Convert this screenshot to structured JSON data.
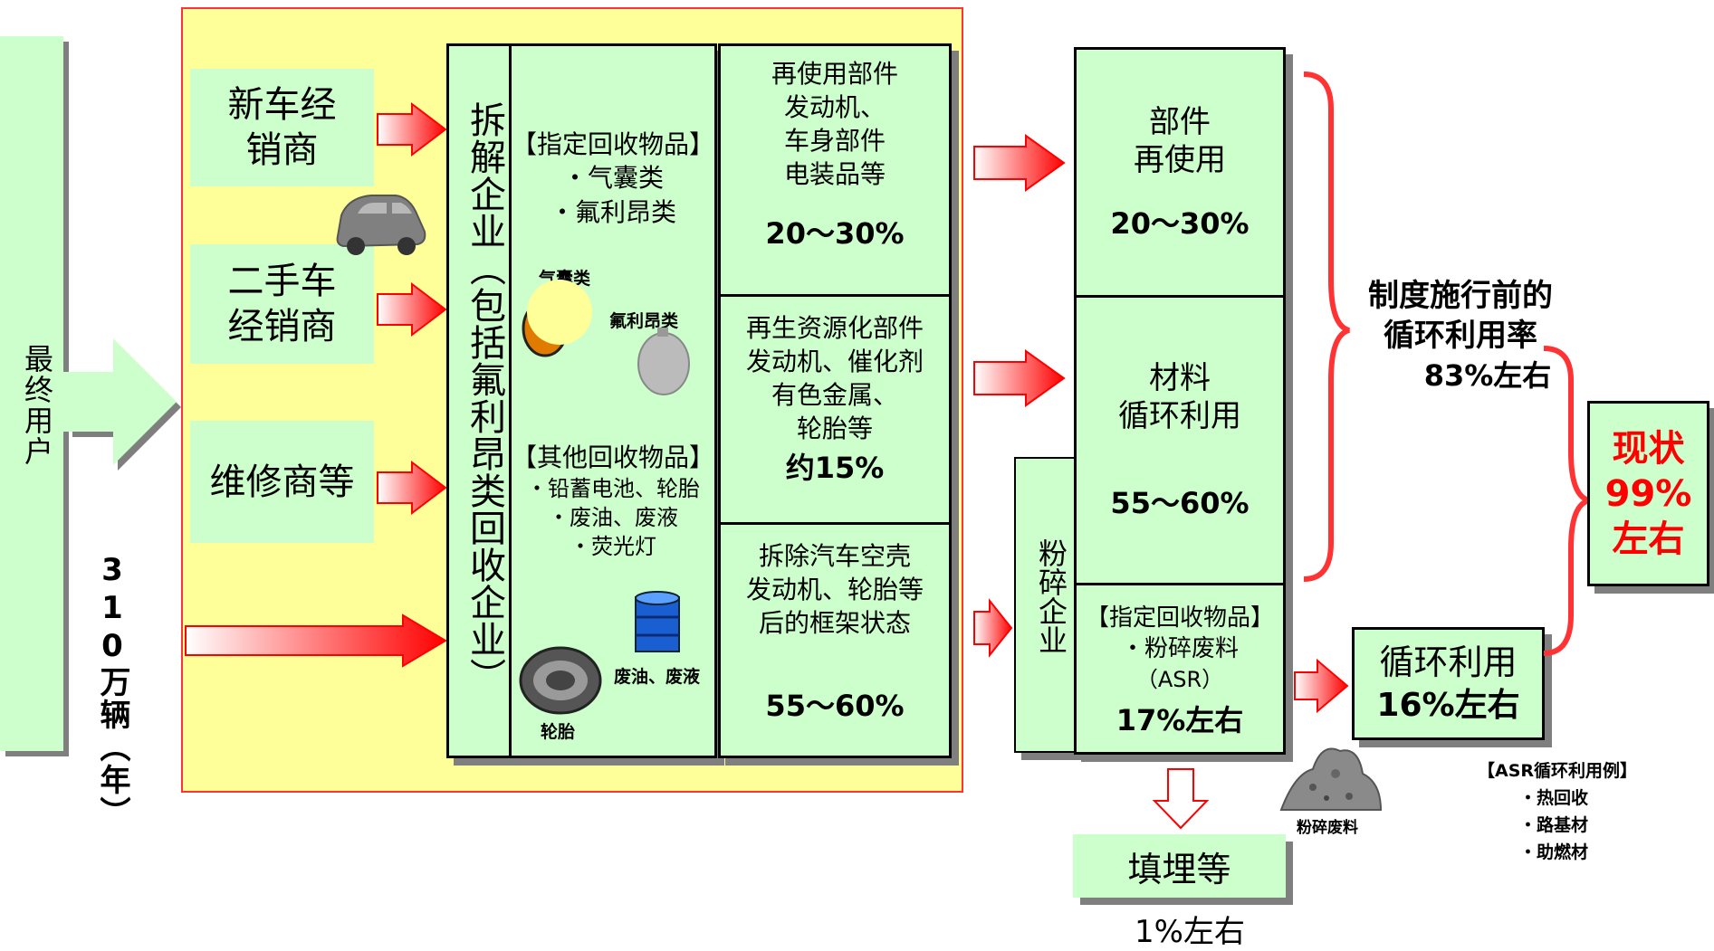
{
  "end_user": "最终用户",
  "vehicles_per_year": "310万辆（年）",
  "sources": [
    "新车经销商",
    "二手车经销商",
    "维修商等"
  ],
  "dismantler": "拆解企业（包括氟利昂类回收企业）",
  "designated": {
    "header": "【指定回收物品】",
    "items": [
      "・气囊类",
      "・氟利昂类"
    ],
    "img_airbag": "气囊类",
    "img_freon": "氟利昂类"
  },
  "other": {
    "header": "【其他回收物品】",
    "items": [
      "・铅蓄电池、轮胎",
      "・废油、废液",
      "・荧光灯"
    ],
    "img_oil": "废油、废液",
    "img_tire": "轮胎"
  },
  "col3": {
    "reuse_lines": [
      "再使用部件",
      "发动机、",
      "车身部件",
      "电装品等"
    ],
    "reuse_pct": "20～30%",
    "recycle_lines": [
      "再生资源化部件",
      "发动机、催化剂",
      "有色金属、",
      "轮胎等"
    ],
    "recycle_pct": "约15%",
    "shell_lines": [
      "拆除汽车空壳",
      "发动机、轮胎等",
      "后的框架状态"
    ],
    "shell_pct": "55～60%"
  },
  "right": {
    "parts_reuse_lines": [
      "部件",
      "再使用"
    ],
    "parts_reuse_pct": "20～30%",
    "material_lines": [
      "材料",
      "循环利用"
    ],
    "material_pct": "55～60%",
    "asr_header": "【指定回收物品】",
    "asr_item": "・粉碎废料",
    "asr_code": "（ASR）",
    "asr_pct": "17%左右"
  },
  "shredder": "粉碎企业",
  "landfill": "填埋等",
  "landfill_pct": "1%左右",
  "shred_waste_label": "粉碎废料",
  "recycle_box": [
    "循环利用",
    "16%左右"
  ],
  "asr_examples": {
    "title": "【ASR循环利用例】",
    "items": [
      "・热回收",
      "・路基材",
      "・助燃材"
    ]
  },
  "pre_rate": [
    "制度施行前的",
    "循环利用率",
    "83%左右"
  ],
  "current": [
    "现状",
    "99%",
    "左右"
  ],
  "colors": {
    "box_green": "#ccffcc",
    "panel_yellow": "#ffff99",
    "panel_border": "#ff3333",
    "arrow_red": "#ff0000",
    "brace_red": "#ff3333",
    "current_text": "#ff0000"
  }
}
